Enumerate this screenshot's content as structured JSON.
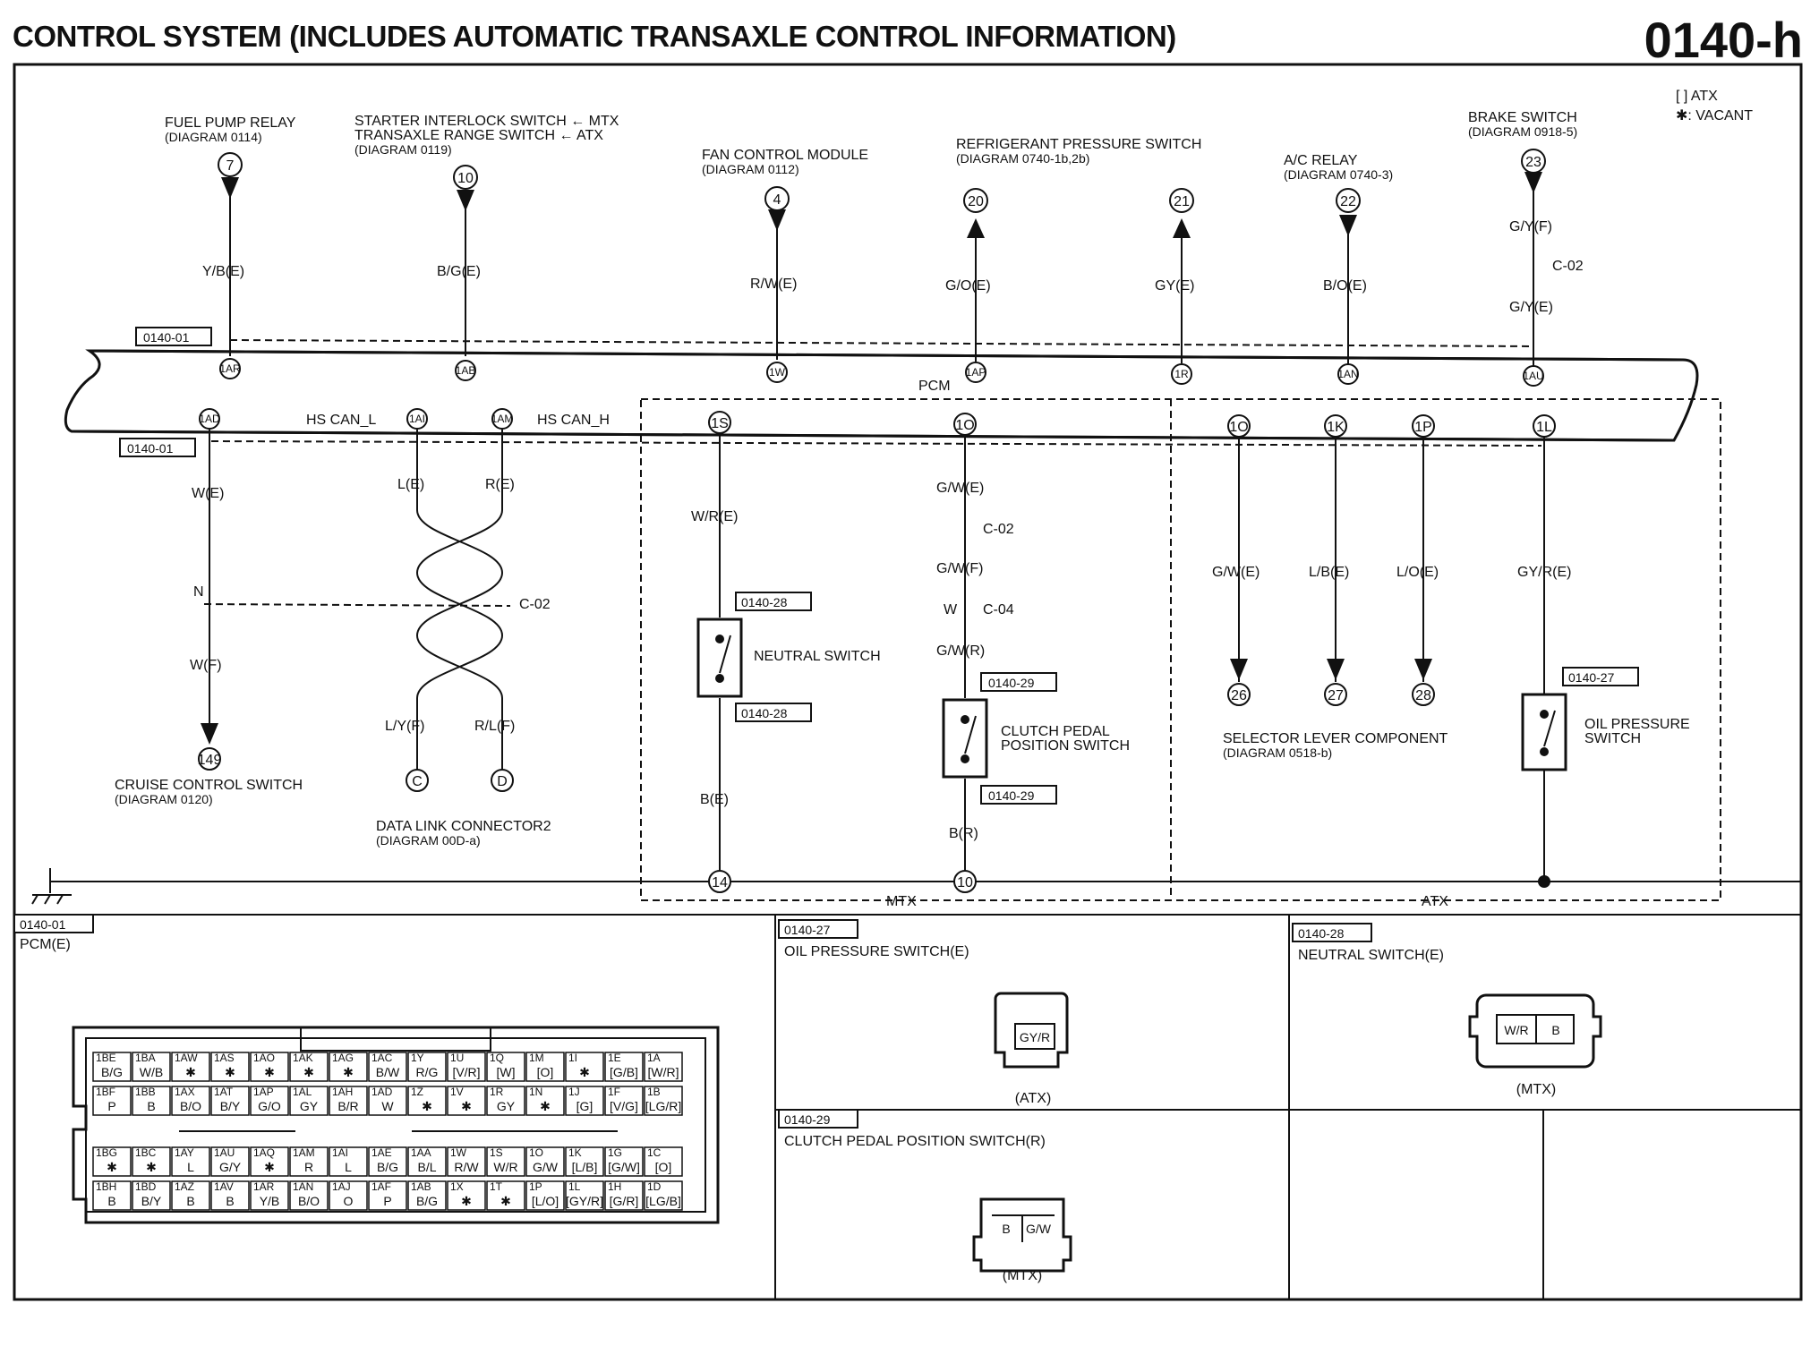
{
  "header": {
    "title": "CONTROL SYSTEM (INCLUDES AUTOMATIC TRANSAXLE CONTROL INFORMATION)",
    "code": "0140-h"
  },
  "legend": {
    "atx": "[ ] ATX",
    "vacant": "✱: VACANT"
  },
  "pcm_label": "PCM",
  "ref_0140_01": "0140-01",
  "top_components": [
    {
      "name": "FUEL PUMP RELAY",
      "ref": "(DIAGRAM 0114)",
      "node": "7",
      "wire": "Y/B(E)",
      "pin": "1AR"
    },
    {
      "name": "STARTER INTERLOCK SWITCH ← MTX",
      "name2": "TRANSAXLE RANGE SWITCH ← ATX",
      "ref": "(DIAGRAM 0119)",
      "node": "10",
      "wire": "B/G(E)",
      "pin": "1AB"
    },
    {
      "name": "FAN CONTROL MODULE",
      "ref": "(DIAGRAM 0112)",
      "node": "4",
      "wire": "R/W(E)",
      "pin": "1W"
    },
    {
      "name": "REFRIGERANT PRESSURE SWITCH",
      "ref": "(DIAGRAM 0740-1b,2b)",
      "node": "20",
      "node2": "21",
      "wire": "G/O(E)",
      "wire2": "GY(E)",
      "pin": "1AP",
      "pin2": "1R"
    },
    {
      "name": "A/C RELAY",
      "ref": "(DIAGRAM 0740-3)",
      "node": "22",
      "wire": "B/O(E)",
      "pin": "1AN"
    },
    {
      "name": "BRAKE SWITCH",
      "ref": "(DIAGRAM 0918-5)",
      "node": "23",
      "wire": "G/Y(F)",
      "wire2": "G/Y(E)",
      "conn": "C-02",
      "pin": "1AU"
    }
  ],
  "bottom_left": {
    "pin_1ad": "1AD",
    "pin_1ai": "1AI",
    "pin_1am": "1AM",
    "hs_can_l": "HS CAN_L",
    "hs_can_h": "HS CAN_H",
    "w_e": "W(E)",
    "n": "N",
    "w_f": "W(F)",
    "node_149": "149",
    "cruise": "CRUISE CONTROL SWITCH",
    "cruise_ref": "(DIAGRAM 0120)",
    "l_e": "L(E)",
    "r_e": "R(E)",
    "c02": "C-02",
    "ly_f": "L/Y(F)",
    "rl_f": "R/L(F)",
    "node_c": "C",
    "node_d": "D",
    "dlc": "DATA LINK CONNECTOR2",
    "dlc_ref": "(DIAGRAM 00D-a)"
  },
  "mtx": {
    "label": "MTX",
    "pin_1s": "1S",
    "wr_e": "W/R(E)",
    "ref28": "0140-28",
    "neutral": "NEUTRAL SWITCH",
    "b_e": "B(E)",
    "node_14": "14",
    "pin_1o": "1O",
    "gw_e": "G/W(E)",
    "c02": "C-02",
    "gw_f": "G/W(F)",
    "w": "W",
    "c04": "C-04",
    "gw_r": "G/W(R)",
    "ref29": "0140-29",
    "clutch": "CLUTCH PEDAL",
    "clutch2": "POSITION SWITCH",
    "b_r": "B(R)",
    "node_10": "10"
  },
  "atx": {
    "label": "ATX",
    "pins": [
      "1O",
      "1K",
      "1P",
      "1L"
    ],
    "wires": [
      "G/W(E)",
      "L/B(E)",
      "L/O(E)",
      "GY/R(E)"
    ],
    "nodes": [
      "26",
      "27",
      "28"
    ],
    "selector": "SELECTOR LEVER COMPONENT",
    "selector_ref": "(DIAGRAM 0518-b)",
    "ref27": "0140-27",
    "oil": "OIL PRESSURE",
    "oil2": "SWITCH"
  },
  "panels": {
    "pcm": {
      "ref": "0140-01",
      "title": "PCM(E)"
    },
    "oil": {
      "ref": "0140-27",
      "title": "OIL PRESSURE SWITCH(E)",
      "pin": "GY/R",
      "note": "(ATX)"
    },
    "neutral": {
      "ref": "0140-28",
      "title": "NEUTRAL SWITCH(E)",
      "pins": [
        "W/R",
        "B"
      ],
      "note": "(MTX)"
    },
    "clutch": {
      "ref": "0140-29",
      "title": "CLUTCH PEDAL POSITION SWITCH(R)",
      "pins": [
        "B",
        "G/W"
      ],
      "note": "(MTX)"
    }
  },
  "connector": {
    "row1": [
      [
        "1BE",
        "B/G"
      ],
      [
        "1BA",
        "W/B"
      ],
      [
        "1AW",
        "✱"
      ],
      [
        "1AS",
        "✱"
      ],
      [
        "1AO",
        "✱"
      ],
      [
        "1AK",
        "✱"
      ],
      [
        "1AG",
        "✱"
      ],
      [
        "1AC",
        "B/W"
      ],
      [
        "1Y",
        "R/G"
      ],
      [
        "1U",
        "[V/R]"
      ],
      [
        "1Q",
        "[W]"
      ],
      [
        "1M",
        "[O]"
      ],
      [
        "1I",
        "✱"
      ],
      [
        "1E",
        "[G/B]"
      ],
      [
        "1A",
        "[W/R]"
      ]
    ],
    "row2": [
      [
        "1BF",
        "P"
      ],
      [
        "1BB",
        "B"
      ],
      [
        "1AX",
        "B/O"
      ],
      [
        "1AT",
        "B/Y"
      ],
      [
        "1AP",
        "G/O"
      ],
      [
        "1AL",
        "GY"
      ],
      [
        "1AH",
        "B/R"
      ],
      [
        "1AD",
        "W"
      ],
      [
        "1Z",
        "✱"
      ],
      [
        "1V",
        "✱"
      ],
      [
        "1R",
        "GY"
      ],
      [
        "1N",
        "✱"
      ],
      [
        "1J",
        "[G]"
      ],
      [
        "1F",
        "[V/G]"
      ],
      [
        "1B",
        "[LG/R]"
      ]
    ],
    "row3": [
      [
        "1BG",
        "✱"
      ],
      [
        "1BC",
        "✱"
      ],
      [
        "1AY",
        "L"
      ],
      [
        "1AU",
        "G/Y"
      ],
      [
        "1AQ",
        "✱"
      ],
      [
        "1AM",
        "R"
      ],
      [
        "1AI",
        "L"
      ],
      [
        "1AE",
        "B/G"
      ],
      [
        "1AA",
        "B/L"
      ],
      [
        "1W",
        "R/W"
      ],
      [
        "1S",
        "W/R"
      ],
      [
        "1O",
        "G/W"
      ],
      [
        "1K",
        "[L/B]"
      ],
      [
        "1G",
        "[G/W]"
      ],
      [
        "1C",
        "[O]"
      ]
    ],
    "row4": [
      [
        "1BH",
        "B"
      ],
      [
        "1BD",
        "B/Y"
      ],
      [
        "1AZ",
        "B"
      ],
      [
        "1AV",
        "B"
      ],
      [
        "1AR",
        "Y/B"
      ],
      [
        "1AN",
        "B/O"
      ],
      [
        "1AJ",
        "O"
      ],
      [
        "1AF",
        "P"
      ],
      [
        "1AB",
        "B/G"
      ],
      [
        "1X",
        "✱"
      ],
      [
        "1T",
        "✱"
      ],
      [
        "1P",
        "[L/O]"
      ],
      [
        "1L",
        "[GY/R]"
      ],
      [
        "1H",
        "[G/R]"
      ],
      [
        "1D",
        "[LG/B]"
      ]
    ]
  }
}
